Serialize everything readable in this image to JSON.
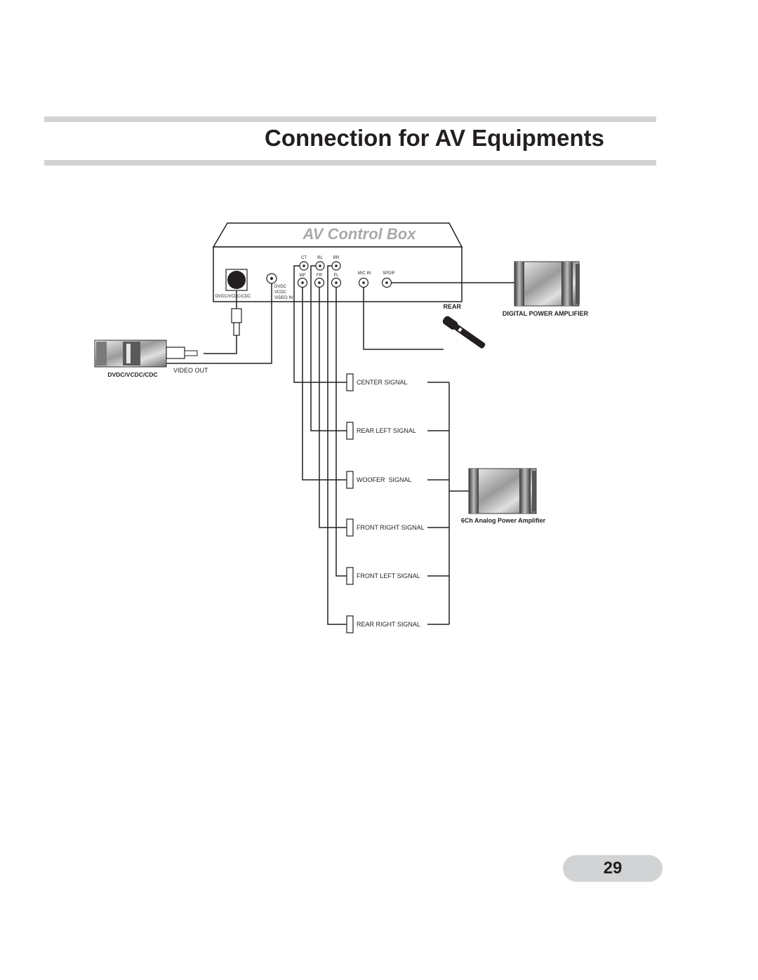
{
  "page": {
    "title": "Connection for AV Equipments",
    "number": "29"
  },
  "control_box": {
    "title": "AV Control Box",
    "ports_top": [
      "CT",
      "RL",
      "RR"
    ],
    "ports_bottom": [
      "WF",
      "FR",
      "FL"
    ],
    "mic_label": "MIC IN",
    "spdif_label": "SPDIF",
    "changer_port_label": "DVDC/VCDC/CDC",
    "video_in_label": [
      "DVDC",
      "VCDC",
      "VIDEO IN"
    ],
    "rear_label": "REAR"
  },
  "devices": {
    "digital_amp_label": "DIGITAL POWER AMPLIFIER",
    "changer_label": "DVDC/VCDC/CDC",
    "video_out_label": "VIDEO OUT",
    "analog_amp_label": "6Ch Analog Power Amplifier"
  },
  "signals": [
    "CENTER SIGNAL",
    "REAR LEFT SIGNAL",
    "WOOFER  SIGNAL",
    "FRONT RIGHT SIGNAL",
    "FRONT LEFT SIGNAL",
    "REAR RIGHT SIGNAL"
  ],
  "colors": {
    "rule": "#d1d3d4",
    "line": "#231f20",
    "title_box": "#a7a9ac"
  },
  "icons": {
    "microphone": "microphone-icon",
    "amplifier": "amplifier-icon",
    "changer": "disc-changer-icon",
    "jack": "rca-jack-icon"
  }
}
